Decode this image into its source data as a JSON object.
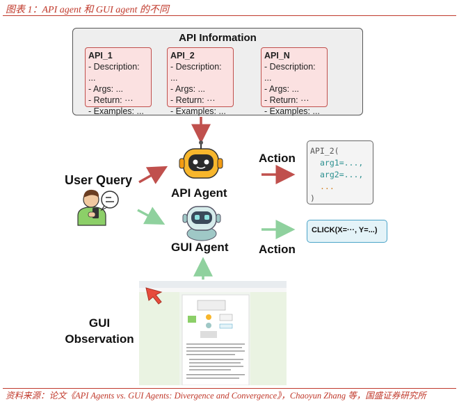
{
  "figure_title": "图表 1：API agent 和 GUI agent 的不同",
  "api_info": {
    "title": "API Information",
    "cards": [
      {
        "name": "API_1",
        "lines": [
          "- Description: ...",
          "- Args: ...",
          "- Return: ···",
          "- Examples: ..."
        ]
      },
      {
        "name": "API_2",
        "lines": [
          "- Description: ...",
          "- Args: ...",
          "- Return: ···",
          "- Examples: ..."
        ]
      },
      {
        "name": "API_N",
        "lines": [
          "- Description: ...",
          "- Args: ...",
          "- Return: ···",
          "- Examples: ..."
        ]
      }
    ]
  },
  "user_query": "User Query",
  "api_agent": "API Agent",
  "gui_agent": "GUI Agent",
  "action_top": "Action",
  "action_bottom": "Action",
  "api_call": {
    "line1": "API_2(",
    "line2": "arg1=...,",
    "line3": "arg2=...,",
    "line4": "...",
    "line5": ")"
  },
  "click_call": "CLICK(X=···, Y=...)",
  "observation": {
    "line1": "GUI",
    "line2": "Observation"
  },
  "source": "资料来源：论文《API Agents vs. GUI Agents: Divergence and Convergence》，Chaoyun Zhang 等，国盛证券研究所",
  "colors": {
    "accent_red": "#c0392b",
    "api_arrow": "#c0504d",
    "gui_arrow": "#8fd19e",
    "card_fill": "#fbe1e1"
  },
  "icons": [
    "robot-icon-api",
    "robot-icon-gui",
    "user-icon",
    "chat-bubble-icon",
    "cursor-arrow-icon"
  ]
}
